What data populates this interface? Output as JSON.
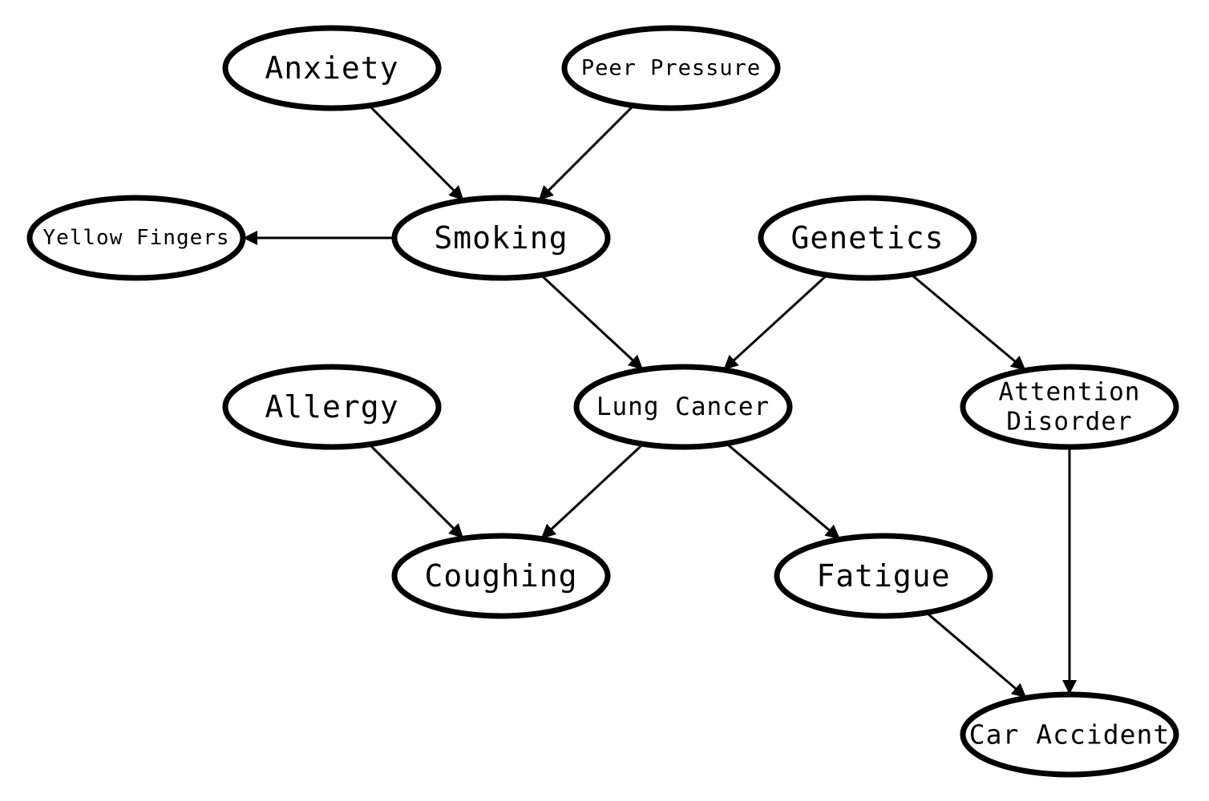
{
  "colors": {
    "stroke": "#000000",
    "fill": "#ffffff"
  },
  "nodes": [
    {
      "id": "anxiety",
      "label": "Anxiety"
    },
    {
      "id": "peer_pressure",
      "label": "Peer Pressure"
    },
    {
      "id": "yellow_fingers",
      "label": "Yellow Fingers"
    },
    {
      "id": "smoking",
      "label": "Smoking"
    },
    {
      "id": "genetics",
      "label": "Genetics"
    },
    {
      "id": "allergy",
      "label": "Allergy"
    },
    {
      "id": "lung_cancer",
      "label": "Lung Cancer"
    },
    {
      "id": "attention_disorder",
      "label": "Attention Disorder",
      "lines": [
        "Attention",
        "Disorder"
      ]
    },
    {
      "id": "coughing",
      "label": "Coughing"
    },
    {
      "id": "fatigue",
      "label": "Fatigue"
    },
    {
      "id": "car_accident",
      "label": "Car Accident"
    }
  ],
  "edges": [
    {
      "from": "anxiety",
      "to": "smoking"
    },
    {
      "from": "peer_pressure",
      "to": "smoking"
    },
    {
      "from": "smoking",
      "to": "yellow_fingers"
    },
    {
      "from": "smoking",
      "to": "lung_cancer"
    },
    {
      "from": "genetics",
      "to": "lung_cancer"
    },
    {
      "from": "genetics",
      "to": "attention_disorder"
    },
    {
      "from": "allergy",
      "to": "coughing"
    },
    {
      "from": "lung_cancer",
      "to": "coughing"
    },
    {
      "from": "lung_cancer",
      "to": "fatigue"
    },
    {
      "from": "attention_disorder",
      "to": "car_accident"
    },
    {
      "from": "fatigue",
      "to": "car_accident"
    }
  ]
}
